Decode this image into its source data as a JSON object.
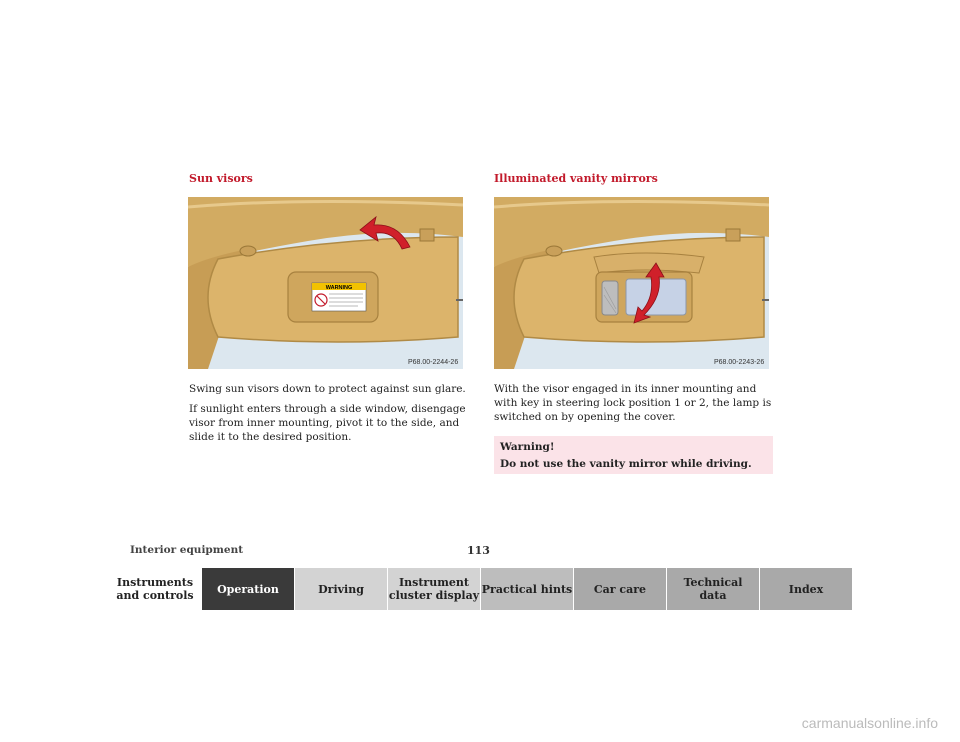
{
  "left_column": {
    "heading": "Sun visors",
    "figure_code": "P68.00-2244-26",
    "warning_label_text": "WARNING",
    "paragraphs": [
      "Swing sun visors down to protect against sun glare.",
      "If sunlight enters through a side window, disengage visor from inner mounting, pivot it to the side, and slide it to the desired position."
    ]
  },
  "right_column": {
    "heading": "Illuminated vanity mirrors",
    "figure_code": "P68.00-2243-26",
    "paragraphs": [
      "With the visor engaged in its inner mounting and with key in steering lock position 1 or 2, the lamp is switched on by opening the cover."
    ],
    "warning": {
      "title": "Warning!",
      "message": "Do not use the vanity mirror while driving."
    }
  },
  "footer": {
    "section": "Interior equipment",
    "page_number": "113"
  },
  "nav": {
    "tabs": [
      {
        "label": "Instruments\nand controls",
        "active": false
      },
      {
        "label": "Operation",
        "active": true
      },
      {
        "label": "Driving",
        "active": false
      },
      {
        "label": "Instrument\ncluster display",
        "active": false
      },
      {
        "label": "Practical hints",
        "active": false
      },
      {
        "label": "Car care",
        "active": false
      },
      {
        "label": "Technical\ndata",
        "active": false
      },
      {
        "label": "Index",
        "active": false
      }
    ]
  },
  "watermark": "carmanualsonline.info",
  "colors": {
    "heading": "#c21a2b",
    "active_tab": "#3a3a3a",
    "warning_bg": "#fbe3e8",
    "visor": "#d9b36a",
    "arrow": "#d0202a"
  }
}
